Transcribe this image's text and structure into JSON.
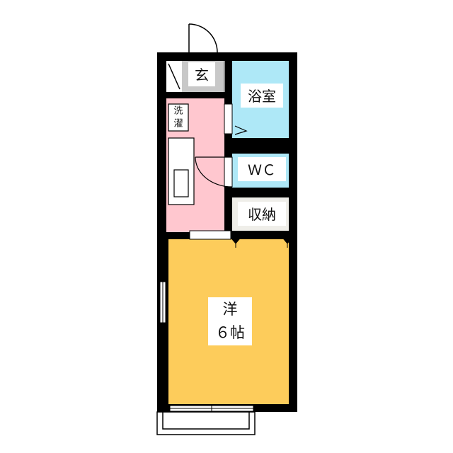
{
  "rooms": {
    "entrance": {
      "label": "玄"
    },
    "bathroom": {
      "label": "浴室"
    },
    "laundry": {
      "label_line1": "洗",
      "label_line2": "濯"
    },
    "toilet": {
      "label": "ＷＣ"
    },
    "storage": {
      "label": "収納"
    },
    "western_room": {
      "label_line1": "洋",
      "label_line2": "６帖"
    }
  },
  "colors": {
    "wall": "#000000",
    "entrance_floor": "#c8c8c8",
    "bathroom": "#aee8f7",
    "toilet": "#aee8f7",
    "kitchen": "#ffc7cf",
    "storage": "#efeee9",
    "western_room": "#fdcc5b",
    "label_background": "#ffffff"
  }
}
